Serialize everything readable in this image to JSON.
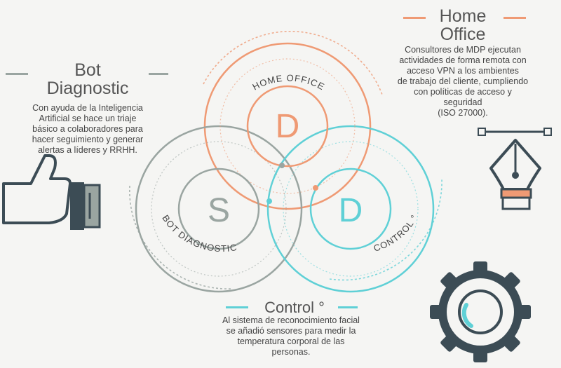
{
  "colors": {
    "orange": "#ef9a74",
    "gray": "#9aa5a1",
    "teal": "#5fd0d6",
    "dark": "#3c4c55"
  },
  "home_office": {
    "title_line1": "Home",
    "title_line2": "Office",
    "description": [
      "Consultores de MDP ejecutan",
      "actividades de forma remota con",
      "acceso VPN a los ambientes",
      "de trabajo del cliente, cumpliendo",
      "con políticas de acceso y",
      "seguridad",
      "(ISO 27000)."
    ]
  },
  "bot_diagnostic": {
    "title_line1": "Bot",
    "title_line2": "Diagnostic",
    "description": [
      "Con ayuda de la Inteligencia",
      "Artificial se hace un triaje",
      "básico a colaboradores para",
      "hacer seguimiento y generar",
      "alertas a líderes y RRHH."
    ]
  },
  "control": {
    "title": "Control °",
    "description": [
      "Al sistema de reconocimiento facial",
      "se añadió sensores para medir la",
      "temperatura corporal de las",
      "personas."
    ]
  },
  "diagram": {
    "top_letter": "D",
    "left_letter": "S",
    "right_letter": "D",
    "top_arc_label": "HOME OFFICE",
    "left_arc_label": "BOT DIAGNOSTIC",
    "right_arc_label": "CONTROL °"
  },
  "icons": {
    "thumb": "thumbs-up-icon",
    "pen": "pen-nib-icon",
    "gear": "gear-icon"
  }
}
